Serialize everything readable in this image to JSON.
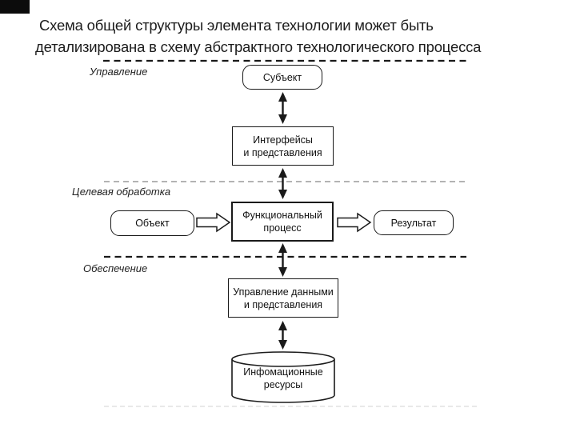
{
  "title": {
    "line1": "Схема общей структуры элемента технологии может быть",
    "line2": "детализирована в схему абстрактного технологического процесса"
  },
  "sections": {
    "management": "Управление",
    "processing": "Целевая обработка",
    "support": "Обеспечение"
  },
  "nodes": {
    "subject": "Субъект",
    "interfaces": "Интерфейсы\nи представления",
    "object": "Объект",
    "process": "Функциональный\nпроцесс",
    "result": "Результат",
    "data_management": "Управление данными\nи представления",
    "resources": "Инфомационные\nресурсы"
  },
  "colors": {
    "line": "#1a1a1a",
    "divider_gray": "#9a9a9a",
    "divider_faint": "#dcdcdc",
    "background": "#ffffff"
  }
}
